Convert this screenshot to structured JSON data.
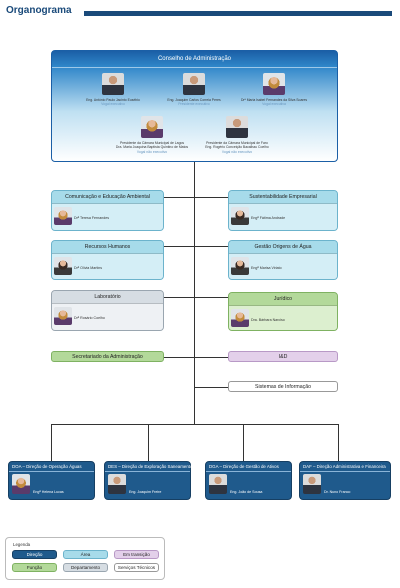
{
  "page": {
    "title": "Organograma"
  },
  "board": {
    "title": "Conselho de Administração",
    "members": [
      {
        "name": "Eng. António Paulo Jacinto Eusébio",
        "role": "Vogal executivo"
      },
      {
        "name": "Eng. Joaquim Carlos Correia Peres",
        "role": "Presidente executivo"
      },
      {
        "name": "Drª Maria Isabel Fernandes da Silva Soares",
        "role": "Vogal executiva"
      },
      {
        "name": "Presidente da Câmara Municipal de Lagos\nDra. Maria Joaquina Baptista Quintino de Matos",
        "role": "Vogal não executivo"
      },
      {
        "name": "Presidente da Câmara Municipal de Faro\nEng. Rogério Conceição Bacalhau Coelho",
        "role": "Vogal não executivo"
      }
    ]
  },
  "units": {
    "comunicacao": {
      "title": "Comunicação e Educação Ambiental",
      "person": "Drª Teresa Fernandes"
    },
    "sustentabilidade": {
      "title": "Sustentabilidade Empresarial",
      "person": "Engª Fátima Andrade"
    },
    "rh": {
      "title": "Recursos Humanos",
      "person": "Drª Olívia Martins"
    },
    "gestao_agua": {
      "title": "Gestão Origens de Água",
      "person": "Engª Marisa Viriato"
    },
    "laboratorio": {
      "title": "Laboratório",
      "person": "Drª Rosário Coelho"
    },
    "juridico": {
      "title": "Jurídico",
      "person": "Dra. Bárbara Narciso"
    },
    "secretariado": {
      "title": "Secretariado da Administração"
    },
    "id": {
      "title": "I&D"
    },
    "sistemas": {
      "title": "Sistemas de Informação"
    }
  },
  "directorates": [
    {
      "title": "DOA – Direção de Operação Águas",
      "person": "Engª Helena Lucas"
    },
    {
      "title": "DES – Direção de Exploração Saneamento",
      "person": "Eng. Joaquim Freire"
    },
    {
      "title": "DGA – Direção de Gestão de Ativos",
      "person": "Eng. João de Sousa"
    },
    {
      "title": "DAF – Direção Administrativa e Financeira",
      "person": "Dr. Nuno Franco"
    }
  ],
  "legend": {
    "title": "Legenda",
    "items": [
      "Direção",
      "Área",
      "Em transição",
      "Função",
      "Departamento",
      "Serviços Técnicos"
    ]
  }
}
